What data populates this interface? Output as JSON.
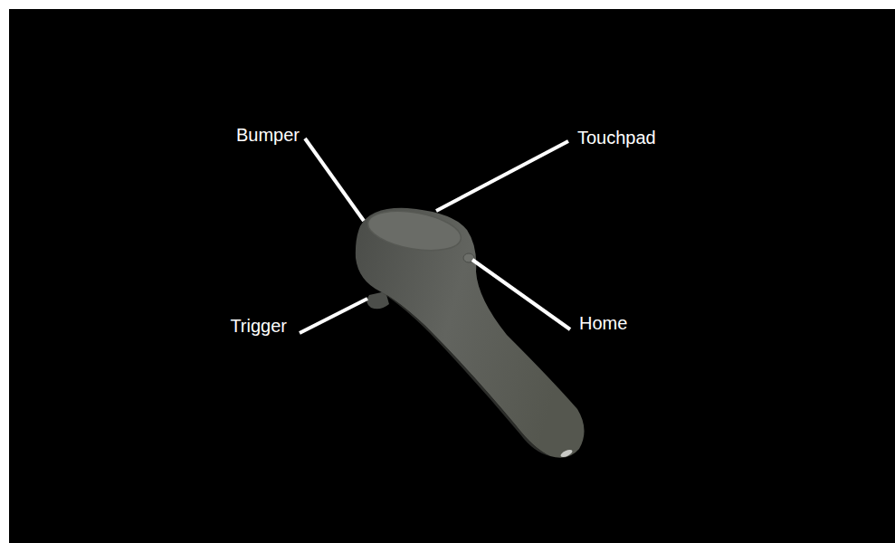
{
  "diagram": {
    "labels": [
      "Bumper",
      "Touchpad",
      "Trigger",
      "Home"
    ]
  }
}
